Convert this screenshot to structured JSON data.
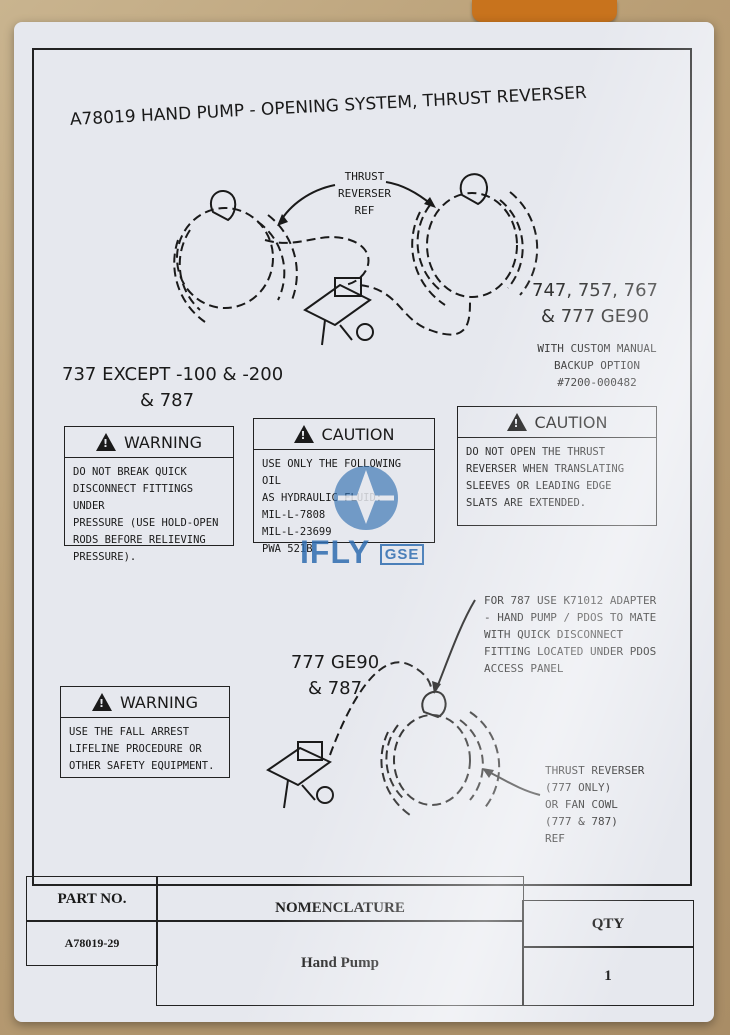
{
  "title": "A78019 HAND PUMP - OPENING SYSTEM, THRUST REVERSER",
  "callouts": {
    "thrust_reverser_ref": [
      "THRUST",
      "REVERSER",
      "REF"
    ],
    "models_left_1": "737 EXCEPT -100 & -200",
    "models_left_2": "& 787",
    "models_right_1": "747, 757, 767",
    "models_right_2": "& 777 GE90",
    "backup_1": "WITH CUSTOM MANUAL",
    "backup_2": "BACKUP OPTION",
    "backup_3": "#7200-000482",
    "lower_models_1": "777 GE90",
    "lower_models_2": "& 787",
    "adapter_note": [
      "FOR 787 USE K71012 ADAPTER",
      "- HAND PUMP / PDOS TO MATE",
      "WITH QUICK DISCONNECT",
      "FITTING LOCATED UNDER PDOS",
      "ACCESS PANEL"
    ],
    "thrust_reverser_lower": [
      "THRUST REVERSER",
      "(777 ONLY)",
      "OR FAN COWL",
      "(777 & 787)",
      "REF"
    ]
  },
  "boxes": {
    "warning1": {
      "header": "WARNING",
      "body": "DO NOT BREAK QUICK\nDISCONNECT FITTINGS UNDER\nPRESSURE (USE HOLD-OPEN\nRODS BEFORE RELIEVING\nPRESSURE)."
    },
    "caution1": {
      "header": "CAUTION",
      "body": "USE ONLY THE FOLLOWING OIL\nAS HYDRAULIC FLUID:\n   MIL-L-7808\n   MIL-L-23699\n   PWA 521B"
    },
    "caution2": {
      "header": "CAUTION",
      "body": "DO NOT OPEN THE THRUST\nREVERSER WHEN TRANSLATING\nSLEEVES OR LEADING EDGE\nSLATS ARE EXTENDED."
    },
    "warning2": {
      "header": "WARNING",
      "body": "USE THE FALL ARREST\nLIFELINE PROCEDURE OR\nOTHER SAFETY EQUIPMENT."
    }
  },
  "watermark": {
    "brand": "IFLY",
    "suffix": "GSE",
    "color": "#2f6db0"
  },
  "table": {
    "part_no_label": "PART NO.",
    "part_no_value": "A78019-29",
    "nomenclature_label": "NOMENCLATURE",
    "nomenclature_value": "Hand Pump",
    "qty_label": "QTY",
    "qty_value": "1"
  }
}
